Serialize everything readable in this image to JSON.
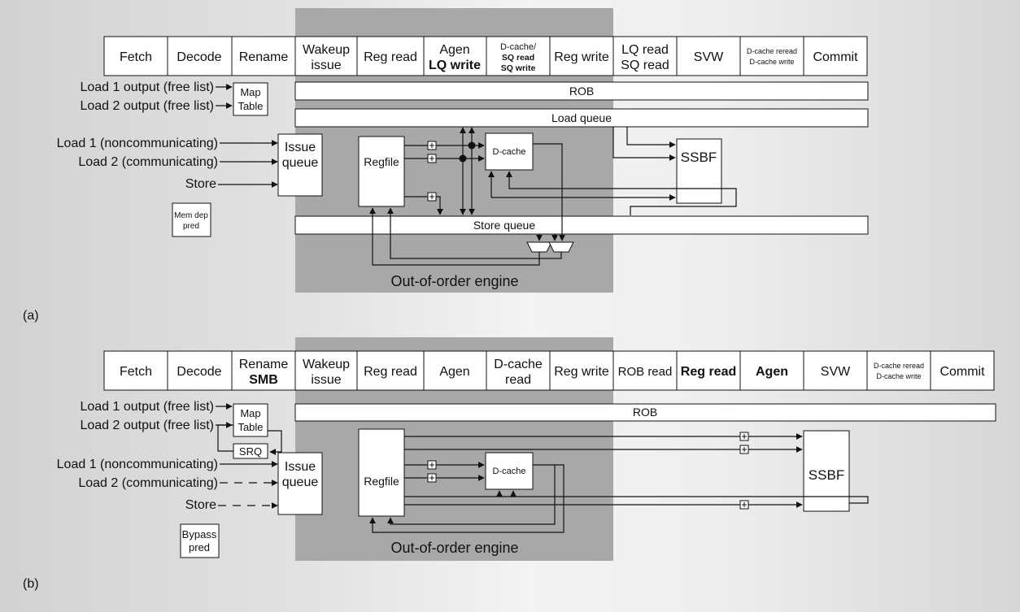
{
  "panel_a": {
    "label": "(a)",
    "stages": [
      {
        "l1": "Fetch"
      },
      {
        "l1": "Decode"
      },
      {
        "l1": "Rename"
      },
      {
        "l1": "Wakeup",
        "l2": "issue"
      },
      {
        "l1": "Reg read"
      },
      {
        "l1": "Agen",
        "l2": "LQ write"
      },
      {
        "l1": "D-cache/",
        "l2": "SQ read",
        "l3": "SQ write"
      },
      {
        "l1": "Reg write"
      },
      {
        "l1": "LQ read",
        "l2": "SQ read"
      },
      {
        "l1": "SVW"
      },
      {
        "l1": "D-cache reread",
        "l2": "D-cache write"
      },
      {
        "l1": "Commit"
      }
    ],
    "inputs": [
      "Load 1 output (free list)",
      "Load 2 output (free list)",
      "Load 1 (noncommunicating)",
      "Load 2 (communicating)",
      "Store"
    ],
    "map_table": [
      "Map",
      "Table"
    ],
    "issue_queue": [
      "Issue",
      "queue"
    ],
    "mem_dep_pred": [
      "Mem dep",
      "pred"
    ],
    "rob": "ROB",
    "load_queue": "Load queue",
    "store_queue": "Store queue",
    "regfile": "Regfile",
    "dcache": "D-cache",
    "ssbf": "SSBF",
    "engine": "Out-of-order engine"
  },
  "panel_b": {
    "label": "(b)",
    "stages": [
      {
        "l1": "Fetch"
      },
      {
        "l1": "Decode"
      },
      {
        "l1": "Rename",
        "l2": "SMB"
      },
      {
        "l1": "Wakeup",
        "l2": "issue"
      },
      {
        "l1": "Reg read"
      },
      {
        "l1": "Agen"
      },
      {
        "l1": "D-cache",
        "l2": "read"
      },
      {
        "l1": "Reg write"
      },
      {
        "l1": "ROB read"
      },
      {
        "l1": "Reg read"
      },
      {
        "l1": "Agen"
      },
      {
        "l1": "SVW"
      },
      {
        "l1": "D-cache reread",
        "l2": "D-cache write"
      },
      {
        "l1": "Commit"
      }
    ],
    "inputs": [
      "Load 1 output (free list)",
      "Load 2 output (free list)",
      "Load 1 (noncommunicating)",
      "Load 2 (communicating)",
      "Store"
    ],
    "map_table": [
      "Map",
      "Table"
    ],
    "srq": "SRQ",
    "issue_queue": [
      "Issue",
      "queue"
    ],
    "bypass_pred": [
      "Bypass",
      "pred"
    ],
    "rob": "ROB",
    "regfile": "Regfile",
    "dcache": "D-cache",
    "ssbf": "SSBF",
    "engine": "Out-of-order engine"
  }
}
